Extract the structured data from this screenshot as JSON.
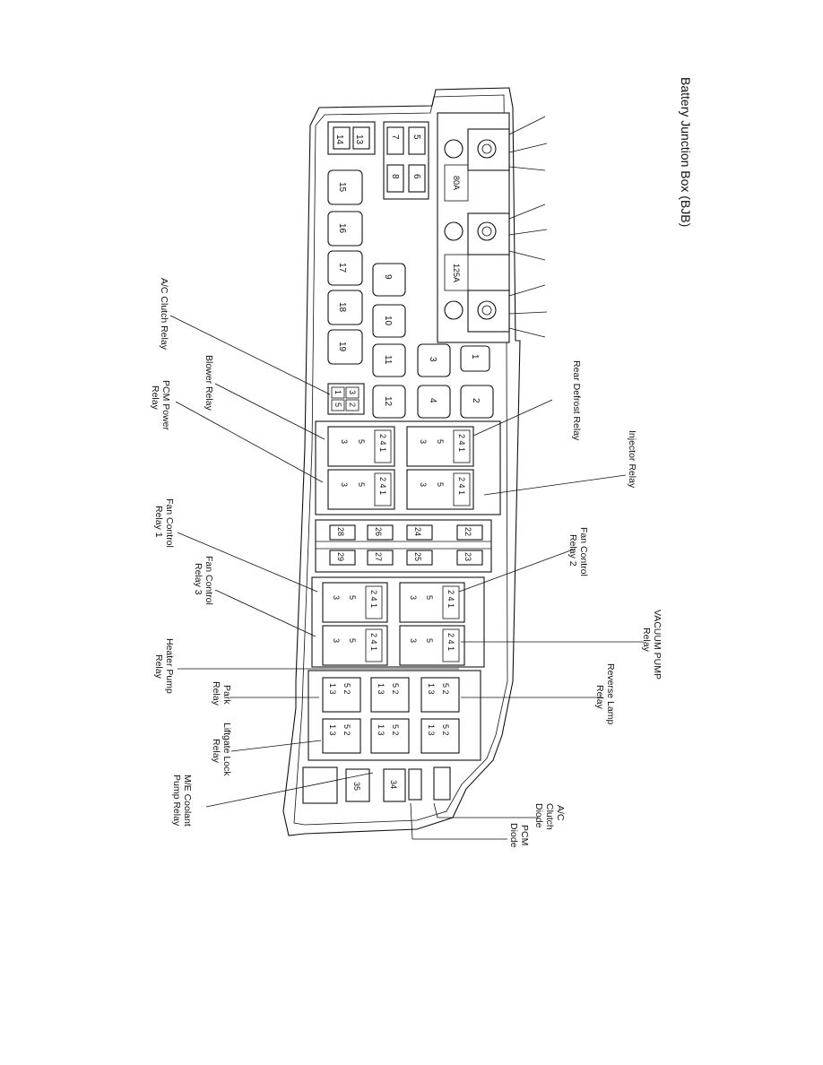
{
  "title": "Battery Junction Box (BJB)",
  "relays": {
    "ac_clutch": "A/C Clutch Relay",
    "blower": "Blower Relay",
    "pcm_power": [
      "PCM Power",
      "Relay"
    ],
    "rear_defrost": "Rear Defrost Relay",
    "injector": "Injector Relay",
    "fan_control_1": [
      "Fan Control",
      "Relay 1"
    ],
    "fan_control_3": [
      "Fan Control",
      "Relay 3"
    ],
    "fan_control_2": [
      "Fan Control",
      "Relay 2"
    ],
    "vacuum_pump": [
      "VACUUM PUMP",
      "Relay"
    ],
    "heater_pump": [
      "Heater Pump",
      "Relay"
    ],
    "park": [
      "Park",
      "Relay"
    ],
    "reverse_lamp": [
      "Reverse Lamp",
      "Relay"
    ],
    "liftgate_lock": [
      "Liftgate Lock",
      "Relay"
    ],
    "me_coolant": [
      "M/E Coolant",
      "Pump Relay"
    ],
    "ac_clutch_diode": [
      "A/C",
      "Clutch",
      "Diode"
    ],
    "pcm_diode": [
      "PCM",
      "Diode"
    ]
  },
  "maxi_fuses": [
    "15",
    "16",
    "17",
    "18",
    "19"
  ],
  "mid_fuses": [
    "9",
    "10",
    "11",
    "12",
    "3",
    "4",
    "2",
    "1"
  ],
  "mini_fuses_top": [
    "14",
    "13",
    "5",
    "7",
    "6",
    "8"
  ],
  "mini_fuses_row": [
    "28",
    "26",
    "24",
    "22",
    "29",
    "27",
    "25",
    "23"
  ],
  "bottom_fuses": [
    "35",
    "34"
  ],
  "mega_fuses": [
    "80A",
    "125A"
  ],
  "relay_pins": [
    "1",
    "2",
    "3",
    "4",
    "5"
  ]
}
